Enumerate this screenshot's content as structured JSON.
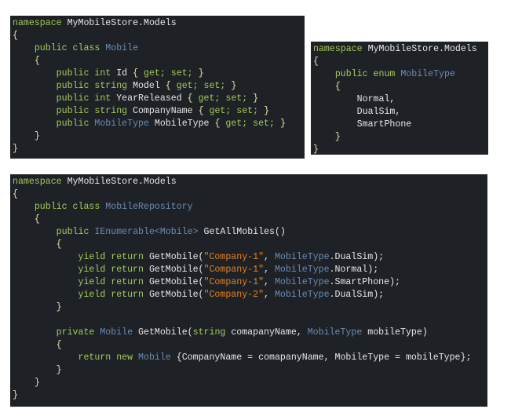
{
  "panels": [
    {
      "id": "p1",
      "name": "mobile-class-code",
      "lines": [
        [
          [
            "namespace ",
            "k"
          ],
          [
            "MyMobileStore.Models",
            "p"
          ]
        ],
        [
          [
            "{",
            "b"
          ]
        ],
        [
          [
            "    public class ",
            "k"
          ],
          [
            "Mobile",
            "t"
          ]
        ],
        [
          [
            "    {",
            "b"
          ]
        ],
        [
          [
            "        public int ",
            "k"
          ],
          [
            "Id ",
            "p"
          ],
          [
            "{ ",
            "b"
          ],
          [
            "get; set; ",
            "k"
          ],
          [
            "}",
            "b"
          ]
        ],
        [
          [
            "        public string ",
            "k"
          ],
          [
            "Model ",
            "p"
          ],
          [
            "{ ",
            "b"
          ],
          [
            "get; set; ",
            "k"
          ],
          [
            "}",
            "b"
          ]
        ],
        [
          [
            "        public int ",
            "k"
          ],
          [
            "YearReleased ",
            "p"
          ],
          [
            "{ ",
            "b"
          ],
          [
            "get; set; ",
            "k"
          ],
          [
            "}",
            "b"
          ]
        ],
        [
          [
            "        public string ",
            "k"
          ],
          [
            "CompanyName ",
            "p"
          ],
          [
            "{ ",
            "b"
          ],
          [
            "get; set; ",
            "k"
          ],
          [
            "}",
            "b"
          ]
        ],
        [
          [
            "        public ",
            "k"
          ],
          [
            "MobileType ",
            "t"
          ],
          [
            "MobileType ",
            "p"
          ],
          [
            "{ ",
            "b"
          ],
          [
            "get; set; ",
            "k"
          ],
          [
            "}",
            "b"
          ]
        ],
        [
          [
            "    }",
            "b"
          ]
        ],
        [
          [
            "}",
            "b"
          ]
        ]
      ]
    },
    {
      "id": "p2",
      "name": "mobile-type-enum-code",
      "lines": [
        [
          [
            "namespace ",
            "k"
          ],
          [
            "MyMobileStore.Models",
            "p"
          ]
        ],
        [
          [
            "{",
            "b"
          ]
        ],
        [
          [
            "    public enum ",
            "k"
          ],
          [
            "MobileType",
            "t"
          ]
        ],
        [
          [
            "    {",
            "b"
          ]
        ],
        [
          [
            "        Normal,",
            "p"
          ]
        ],
        [
          [
            "        DualSim,",
            "p"
          ]
        ],
        [
          [
            "        SmartPhone",
            "p"
          ]
        ],
        [
          [
            "    }",
            "b"
          ]
        ],
        [
          [
            "}",
            "b"
          ]
        ]
      ]
    },
    {
      "id": "p3",
      "name": "mobile-repository-code",
      "lines": [
        [
          [
            "namespace ",
            "k"
          ],
          [
            "MyMobileStore.Models",
            "p"
          ]
        ],
        [
          [
            "{",
            "b"
          ]
        ],
        [
          [
            "    public class ",
            "k"
          ],
          [
            "MobileRepository",
            "t"
          ]
        ],
        [
          [
            "    {",
            "b"
          ]
        ],
        [
          [
            "        public ",
            "k"
          ],
          [
            "IEnumerable<Mobile> ",
            "t"
          ],
          [
            "GetAllMobiles()",
            "p"
          ]
        ],
        [
          [
            "        {",
            "b"
          ]
        ],
        [
          [
            "            yield return ",
            "k"
          ],
          [
            "GetMobile(",
            "p"
          ],
          [
            "\"Company-1\"",
            "s"
          ],
          [
            ", ",
            "p"
          ],
          [
            "MobileType",
            "t"
          ],
          [
            ".DualSim);",
            "p"
          ]
        ],
        [
          [
            "            yield return ",
            "k"
          ],
          [
            "GetMobile(",
            "p"
          ],
          [
            "\"Company-1\"",
            "s"
          ],
          [
            ", ",
            "p"
          ],
          [
            "MobileType",
            "t"
          ],
          [
            ".Normal);",
            "p"
          ]
        ],
        [
          [
            "            yield return ",
            "k"
          ],
          [
            "GetMobile(",
            "p"
          ],
          [
            "\"Company-1\"",
            "s"
          ],
          [
            ", ",
            "p"
          ],
          [
            "MobileType",
            "t"
          ],
          [
            ".SmartPhone);",
            "p"
          ]
        ],
        [
          [
            "            yield return ",
            "k"
          ],
          [
            "GetMobile(",
            "p"
          ],
          [
            "\"Company-2\"",
            "s"
          ],
          [
            ", ",
            "p"
          ],
          [
            "MobileType",
            "t"
          ],
          [
            ".DualSim);",
            "p"
          ]
        ],
        [
          [
            "        }",
            "b"
          ]
        ],
        [
          [
            " ",
            "p"
          ]
        ],
        [
          [
            "        private ",
            "k"
          ],
          [
            "Mobile ",
            "t"
          ],
          [
            "GetMobile(",
            "p"
          ],
          [
            "string ",
            "k"
          ],
          [
            "comapanyName, ",
            "p"
          ],
          [
            "MobileType ",
            "t"
          ],
          [
            "mobileType)",
            "p"
          ]
        ],
        [
          [
            "        {",
            "b"
          ]
        ],
        [
          [
            "            return new ",
            "k"
          ],
          [
            "Mobile ",
            "t"
          ],
          [
            "{CompanyName = comapanyName, MobileType = mobileType};",
            "p"
          ]
        ],
        [
          [
            "        }",
            "b"
          ]
        ],
        [
          [
            "    }",
            "b"
          ]
        ],
        [
          [
            "}",
            "b"
          ]
        ]
      ]
    }
  ]
}
